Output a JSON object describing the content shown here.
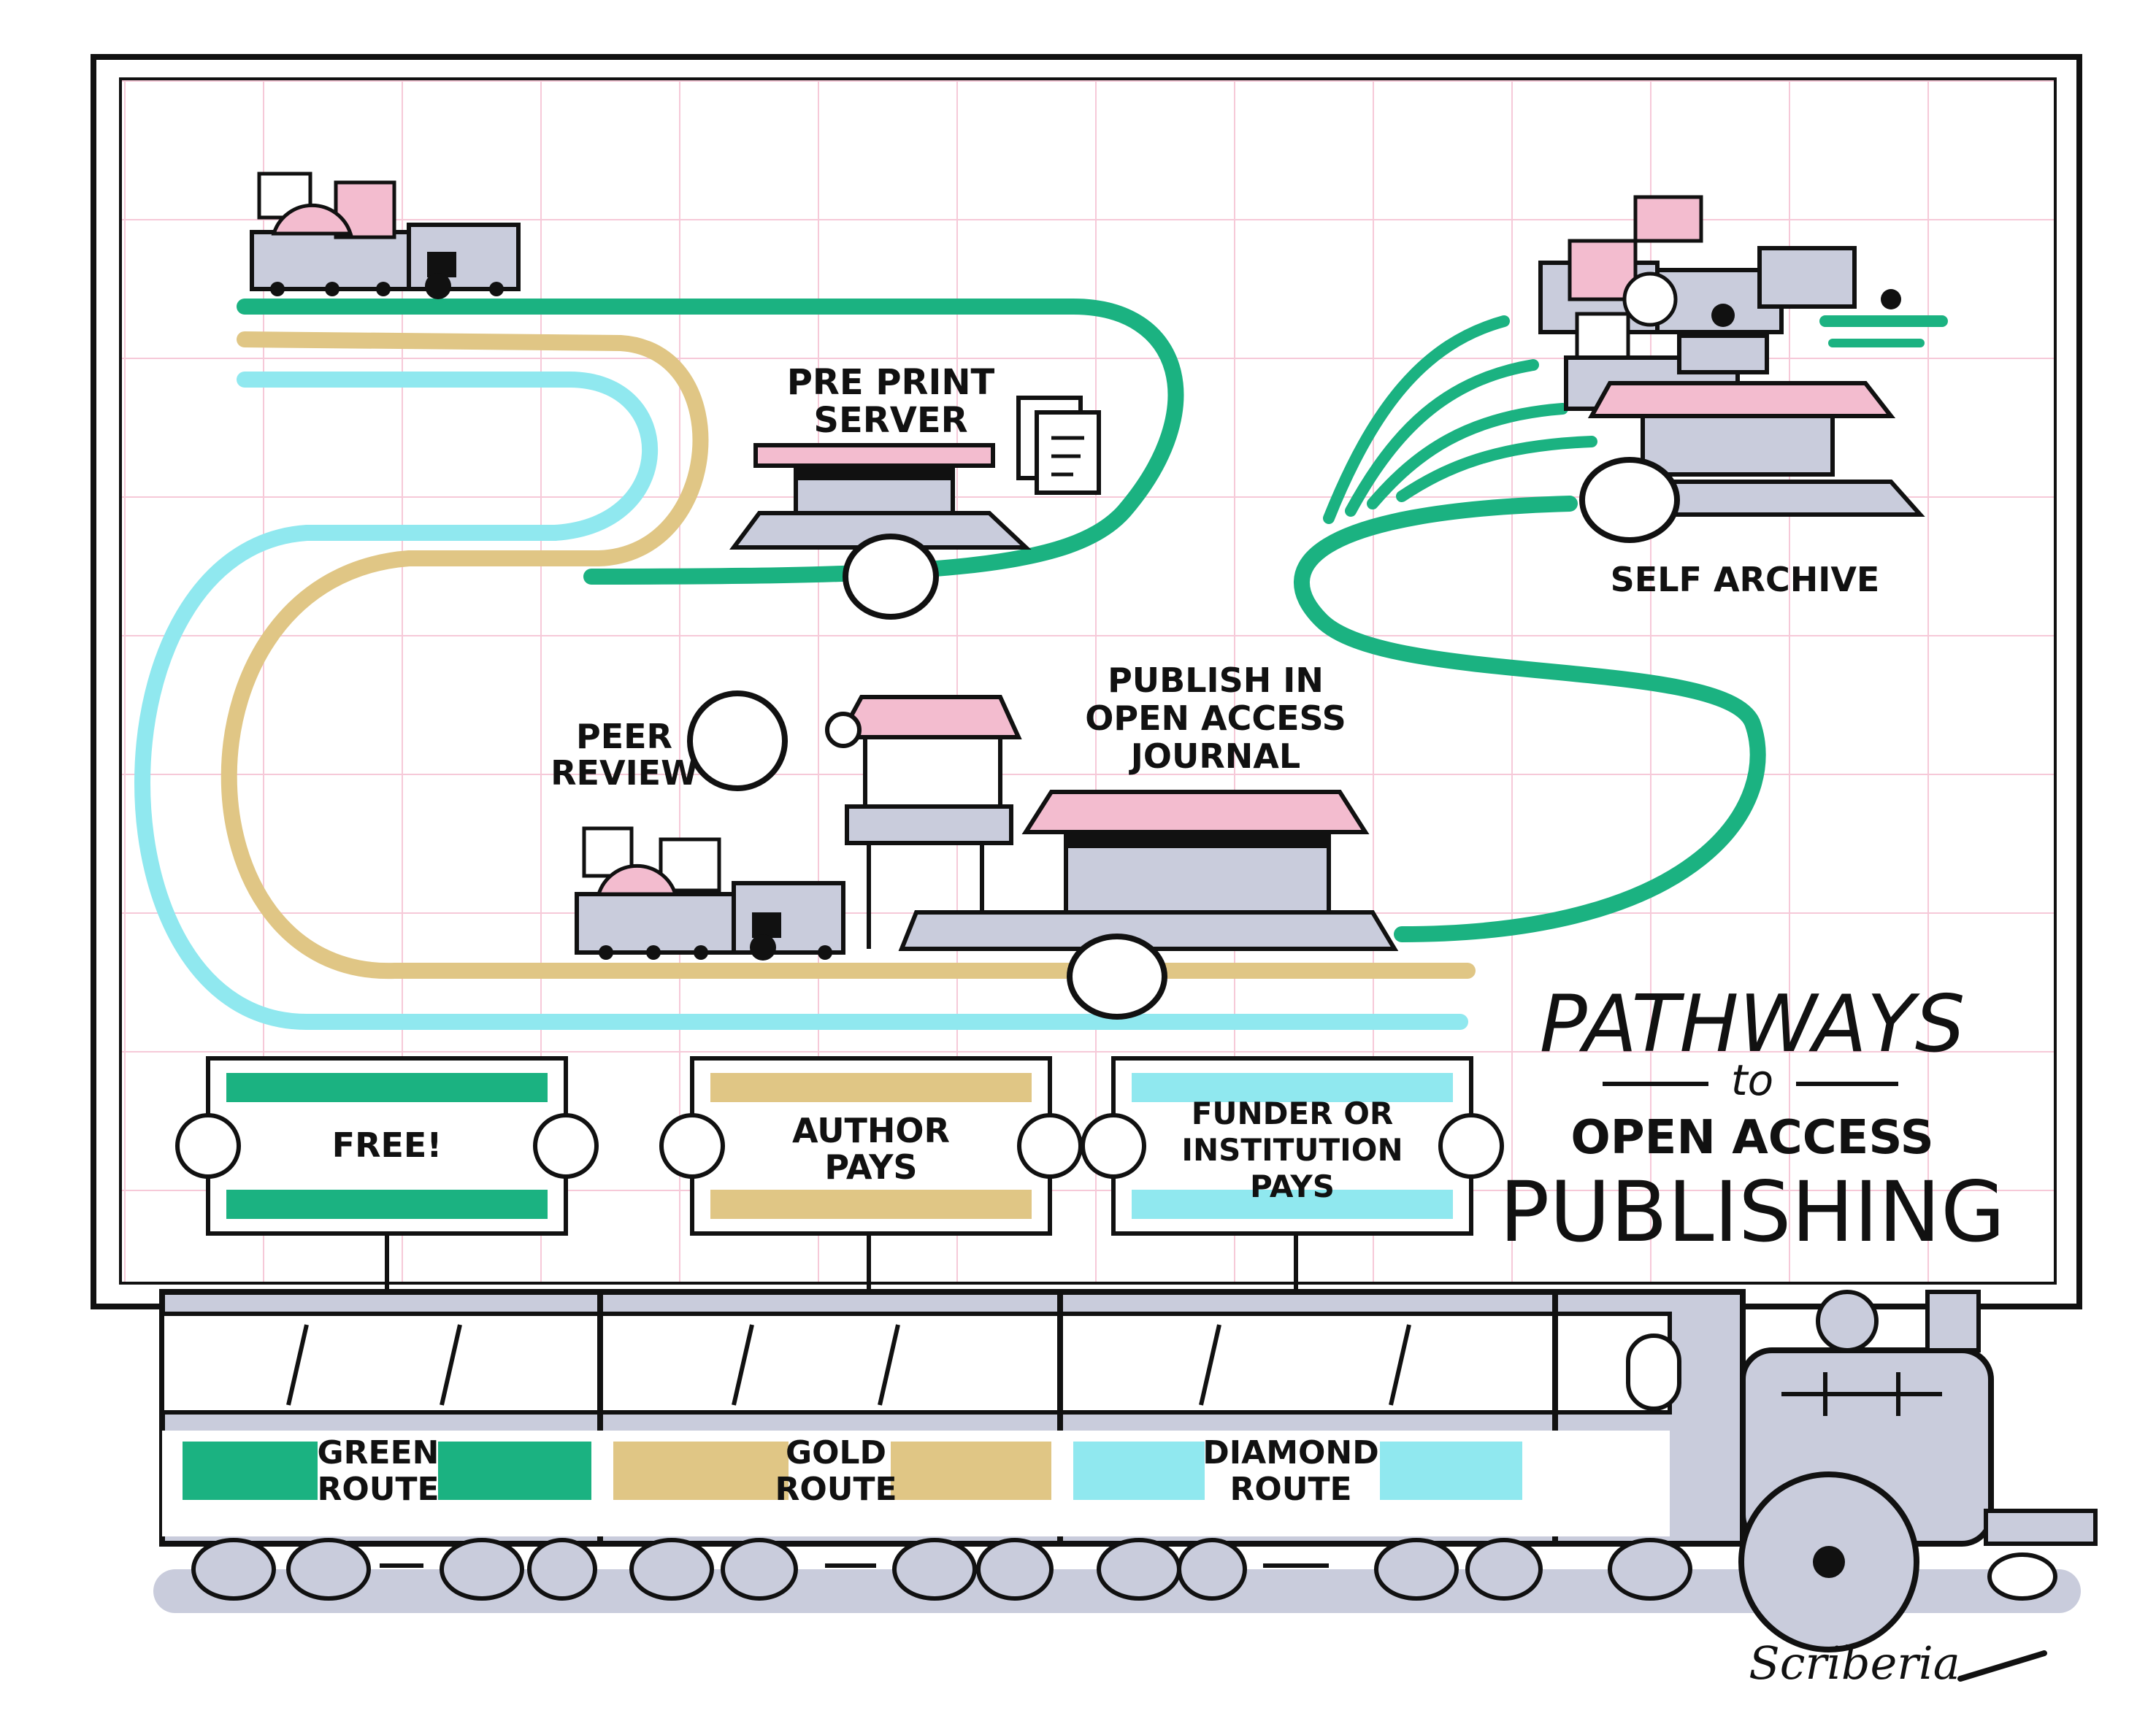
{
  "stations": {
    "preprint": [
      "PRE PRINT",
      "SERVER"
    ],
    "self_archive": "SELF ARCHIVE",
    "peer_review": [
      "PEER",
      "REVIEW"
    ],
    "journal": [
      "PUBLISH IN",
      "OPEN ACCESS",
      "JOURNAL"
    ]
  },
  "title": {
    "line1": "PATHWAYS",
    "line2": "to",
    "line3": "OPEN ACCESS",
    "line4": "PUBLISHING"
  },
  "tickets": [
    {
      "lines": [
        "FREE!"
      ],
      "color": "#1bb281"
    },
    {
      "lines": [
        "AUTHOR",
        "PAYS"
      ],
      "color": "#e0c685"
    },
    {
      "lines": [
        "FUNDER OR",
        "INSTITUTION",
        "PAYS"
      ],
      "color": "#90e8ef"
    }
  ],
  "routes": [
    {
      "lines": [
        "GREEN",
        "ROUTE"
      ],
      "color": "#1bb281"
    },
    {
      "lines": [
        "GOLD",
        "ROUTE"
      ],
      "color": "#e0c685"
    },
    {
      "lines": [
        "DIAMOND",
        "ROUTE"
      ],
      "color": "#90e8ef"
    }
  ],
  "signature": "Scriberia",
  "colors": {
    "green": "#1bb281",
    "gold": "#e0c685",
    "diamond": "#90e8ef",
    "grid_pink": "#f6c9d8",
    "train_grey": "#c9ccdc",
    "roof_pink": "#f3bccf"
  }
}
